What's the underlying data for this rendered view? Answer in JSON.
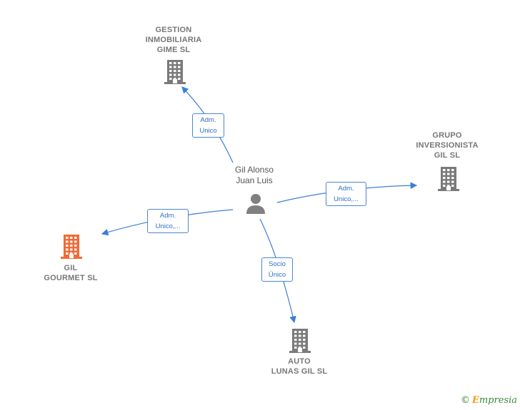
{
  "center": {
    "name_line1": "Gil Alonso",
    "name_line2": "Juan Luis"
  },
  "companies": [
    {
      "id": "gestion",
      "lines": [
        "GESTION",
        "INMOBILIARIA",
        "GIME  SL"
      ],
      "color": "#7a7a7a"
    },
    {
      "id": "grupo",
      "lines": [
        "GRUPO",
        "INVERSIONISTA",
        "GIL  SL"
      ],
      "color": "#7a7a7a"
    },
    {
      "id": "gil",
      "lines": [
        "GIL",
        "GOURMET  SL"
      ],
      "color": "#f26a35"
    },
    {
      "id": "auto",
      "lines": [
        "AUTO",
        "LUNAS GIL SL"
      ],
      "color": "#7a7a7a"
    }
  ],
  "edges": [
    {
      "id": "to-gestion",
      "lines": [
        "Adm.",
        "Unico"
      ]
    },
    {
      "id": "to-grupo",
      "lines": [
        "Adm.",
        "Unico,..."
      ]
    },
    {
      "id": "to-gil",
      "lines": [
        "Adm.",
        "Unico,..."
      ]
    },
    {
      "id": "to-auto",
      "lines": [
        "Socio",
        "Único"
      ]
    }
  ],
  "credit": {
    "symbol": "©",
    "brand_first": "E",
    "brand_rest": "mpresia"
  },
  "colors": {
    "edge": "#3a7fd5",
    "person": "#808080"
  }
}
